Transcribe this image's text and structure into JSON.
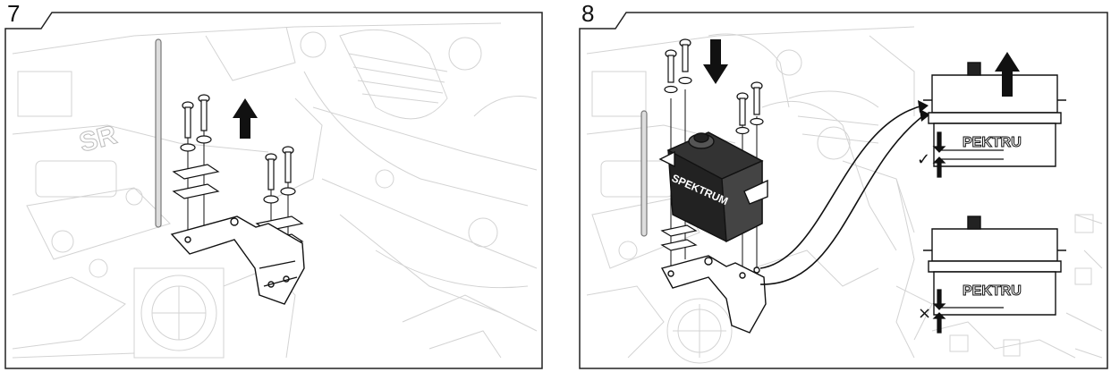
{
  "steps": [
    {
      "number": "7"
    },
    {
      "number": "8"
    }
  ],
  "servo_brand": "SPEKTRUM",
  "inset_brand_partial": "PEKTRU",
  "marks": {
    "correct": "✓",
    "incorrect": "×"
  },
  "chassis_logo": "SR"
}
